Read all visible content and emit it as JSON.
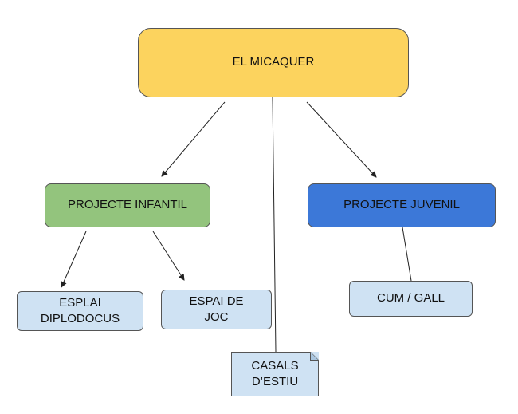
{
  "diagram": {
    "type": "concept-map",
    "root": {
      "label": "EL MICAQUER",
      "color": "#fcd35e"
    },
    "projecte_infantil": {
      "label": "PROJECTE INFANTIL",
      "color": "#93c47d"
    },
    "projecte_juvenil": {
      "label": "PROJECTE JUVENIL",
      "color": "#3c78d8"
    },
    "esplai_diplodocus": {
      "line1": "ESPLAI",
      "line2": "DIPLODOCUS",
      "color": "#cfe2f3"
    },
    "espai_de_joc": {
      "line1": "ESPAI DE",
      "line2": "JOC",
      "color": "#cfe2f3"
    },
    "cum_gall": {
      "label": "CUM / GALL",
      "color": "#cfe2f3"
    },
    "casals_estiu": {
      "line1": "CASALS",
      "line2": "D’ESTIU",
      "color": "#cfe2f3"
    },
    "edges": [
      {
        "from": "EL MICAQUER",
        "to": "PROJECTE INFANTIL",
        "arrow": true
      },
      {
        "from": "EL MICAQUER",
        "to": "PROJECTE JUVENIL",
        "arrow": true
      },
      {
        "from": "EL MICAQUER",
        "to": "CASALS D’ESTIU",
        "arrow": false
      },
      {
        "from": "PROJECTE INFANTIL",
        "to": "ESPLAI DIPLODOCUS",
        "arrow": true
      },
      {
        "from": "PROJECTE INFANTIL",
        "to": "ESPAI DE JOC",
        "arrow": true
      },
      {
        "from": "PROJECTE JUVENIL",
        "to": "CUM / GALL",
        "arrow": false
      }
    ]
  }
}
